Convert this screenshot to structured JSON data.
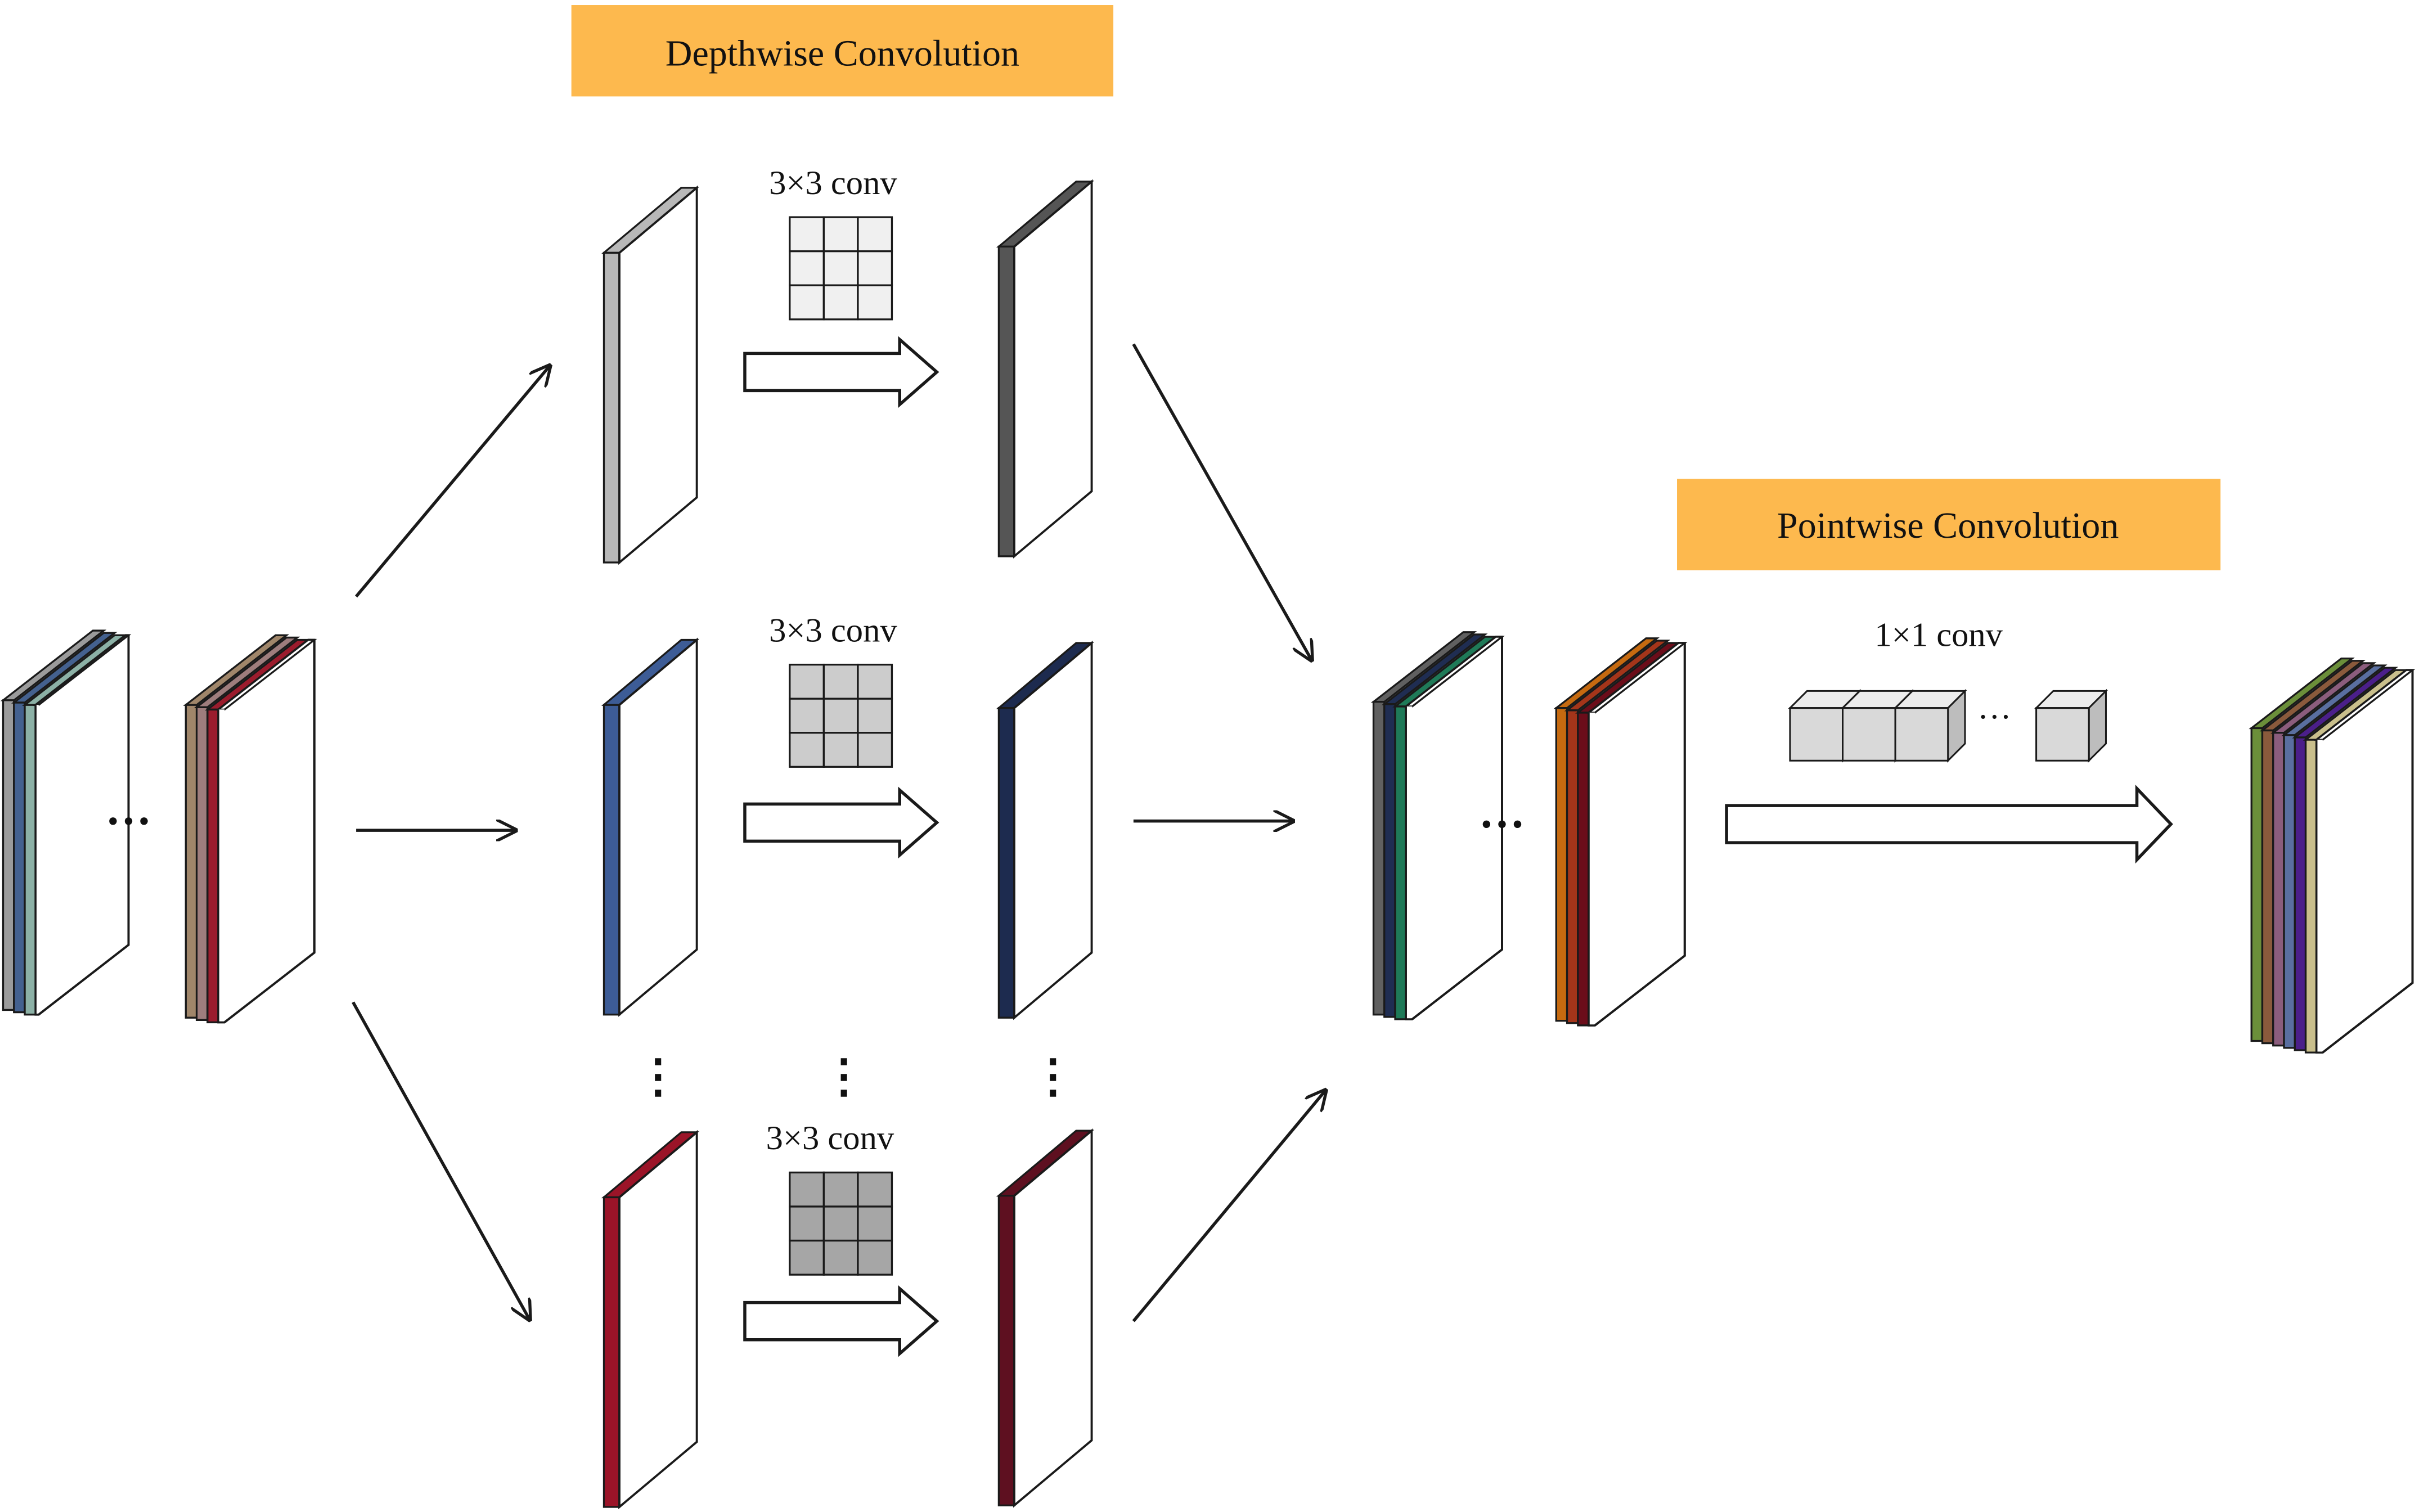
{
  "labels": {
    "depthwise": "Depthwise Convolution",
    "pointwise": "Pointwise Convolution",
    "conv3_top": "3×3 conv",
    "conv3_mid": "3×3 conv",
    "conv3_bot": "3×3 conv",
    "conv1": "1×1 conv",
    "ellipsis": "···",
    "vdots": "⋮"
  },
  "colors": {
    "label_box": "#FDB94E",
    "stroke": "#1a1a1a",
    "kernel_light": "#f0f0f0",
    "kernel_mid": "#cccccc",
    "kernel_dark": "#a6a6a6",
    "pointwise_cube": "#d9d9d9",
    "input_left_layers": [
      "#9b9b9b",
      "#44618f",
      "#8cb1a6"
    ],
    "input_right_layers": [
      "#a0866a",
      "#9e7d7d",
      "#9b1c2d"
    ],
    "depth_in": [
      "#b8b8b8",
      "#3d5c96",
      "#9b1428"
    ],
    "depth_out": [
      "#555555",
      "#1d2b4f",
      "#5e1020"
    ],
    "concat_left_layers": [
      "#606060",
      "#1f2d52",
      "#1f7a58"
    ],
    "concat_right_layers": [
      "#c66a10",
      "#a3351a",
      "#6b0d1a"
    ],
    "output_layers": [
      "#6b8f3a",
      "#8a5a3c",
      "#8b5d7d",
      "#5a6fa0",
      "#4b1f8a",
      "#c9bf8c"
    ]
  }
}
